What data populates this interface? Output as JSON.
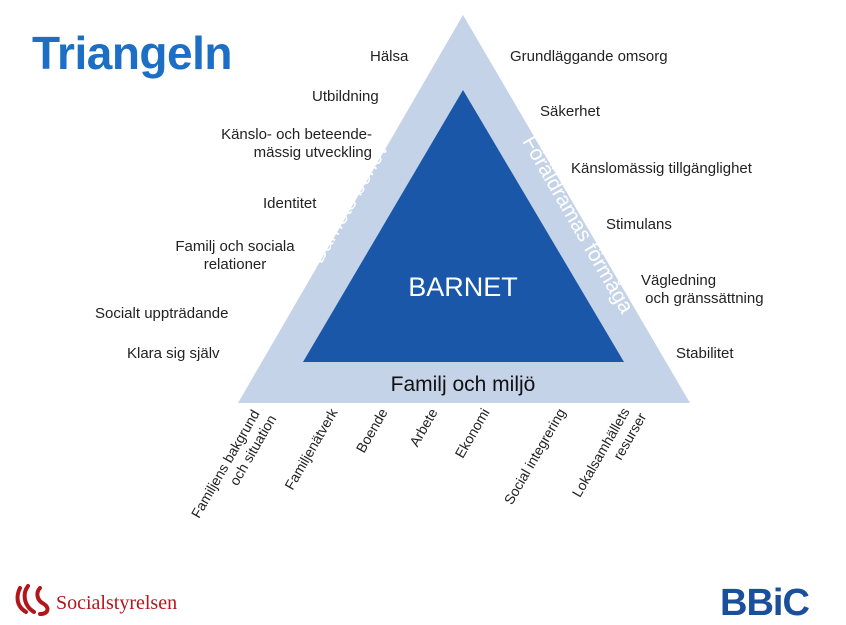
{
  "title": "Triangeln",
  "center_label": "BARNET",
  "sides": {
    "left": "Barnets behov",
    "right": "Föräldramas förmåga",
    "bottom": "Familj och miljö"
  },
  "left_items": [
    "Hälsa",
    "Utbildning",
    "Känslo- och beteende-\nmässig utveckling",
    "Identitet",
    "Familj och sociala\nrelationer",
    "Socialt uppträdande",
    "Klara sig själv"
  ],
  "right_items": [
    "Grundläggande omsorg",
    "Säkerhet",
    "Känslomässig tillgänglighet",
    "Stimulans",
    "Vägledning\n och gränssättning",
    "Stabilitet"
  ],
  "bottom_items": [
    "Familjens bakgrund\noch situation",
    "Familjenätverk",
    "Boende",
    "Arbete",
    "Ekonomi",
    "Social integrering",
    "Lokalsamhällets\nresurser"
  ],
  "logos": {
    "left": "Socialstyrelsen",
    "right": "BBiC"
  },
  "colors": {
    "outer": "#c5d3e8",
    "inner": "#1a57a8",
    "title": "#1c6fc4",
    "brand_red": "#b3151c",
    "brand_blue": "#1a4f9c"
  }
}
